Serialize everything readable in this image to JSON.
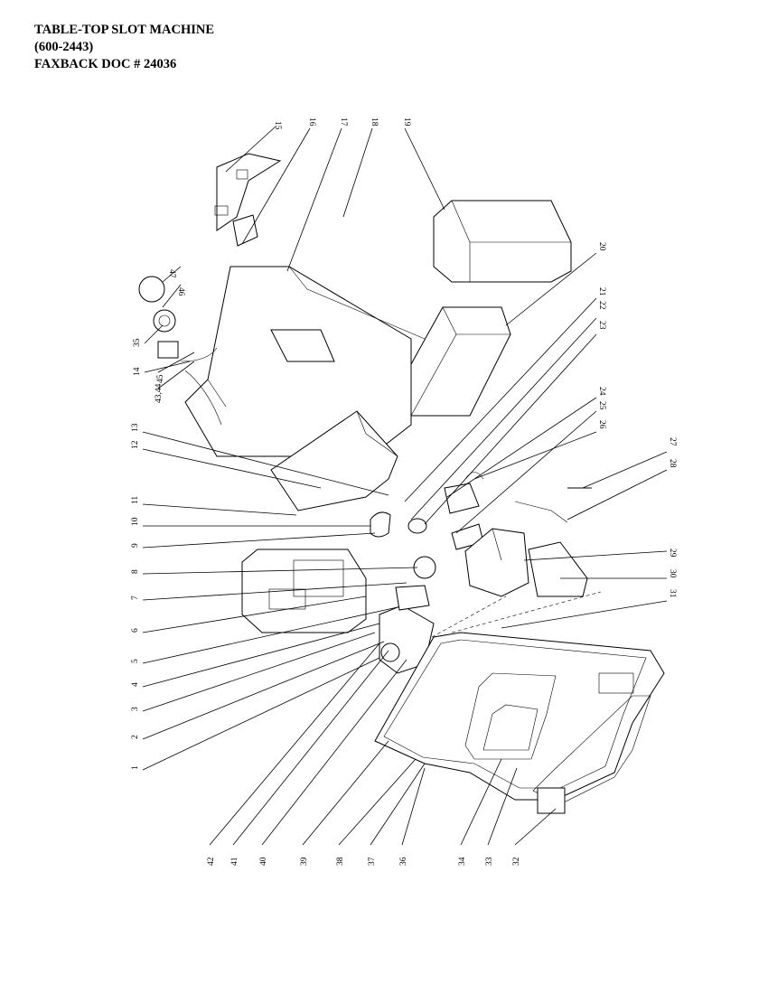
{
  "header": {
    "title": "TABLE-TOP SLOT MACHINE",
    "part_number": "(600-2443)",
    "doc": "FAXBACK DOC # 24036"
  },
  "callouts": [
    "1",
    "2",
    "3",
    "4",
    "5",
    "6",
    "7",
    "8",
    "9",
    "10",
    "11",
    "12",
    "13",
    "14",
    "15",
    "16",
    "17",
    "18",
    "19",
    "20",
    "21",
    "22",
    "23",
    "24",
    "25",
    "26",
    "27",
    "28",
    "29",
    "30",
    "31",
    "32",
    "33",
    "34",
    "35",
    "36",
    "37",
    "38",
    "39",
    "40",
    "41",
    "42",
    "43,44",
    "45",
    "46",
    "47"
  ]
}
